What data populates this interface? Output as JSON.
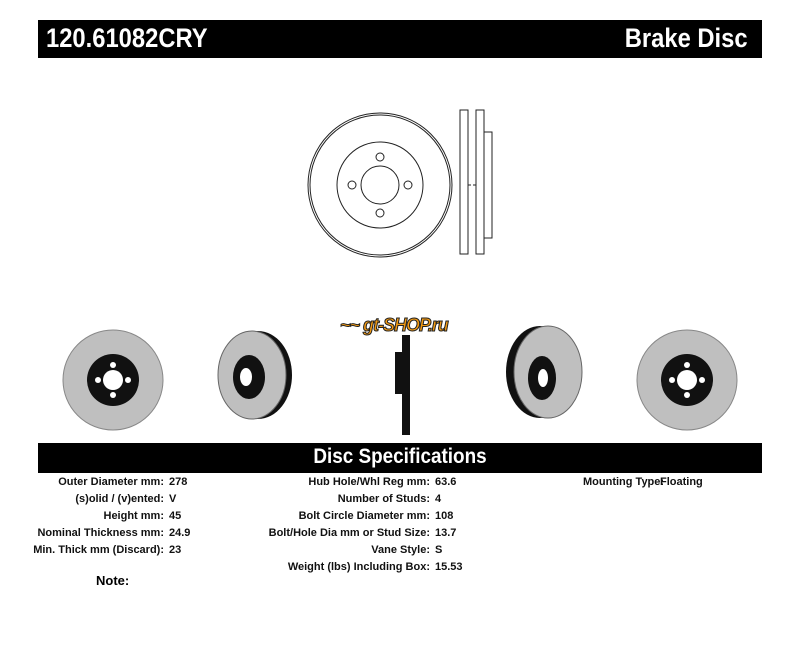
{
  "header": {
    "part_number": "120.61082CRY",
    "title": "Brake Disc"
  },
  "logo_text": "gt-shop.ru",
  "specs_title": "Disc Specifications",
  "specs": {
    "left": [
      {
        "label": "Outer Diameter mm:",
        "value": "278"
      },
      {
        "label": "(s)olid / (v)ented:",
        "value": "V"
      },
      {
        "label": "Height mm:",
        "value": "45"
      },
      {
        "label": "Nominal Thickness mm:",
        "value": "24.9"
      },
      {
        "label": "Min. Thick mm (Discard):",
        "value": "23"
      }
    ],
    "middle": [
      {
        "label": "Hub Hole/Whl Reg mm:",
        "value": "63.6"
      },
      {
        "label": "Number of Studs:",
        "value": "4"
      },
      {
        "label": "Bolt Circle Diameter mm:",
        "value": "108"
      },
      {
        "label": "Bolt/Hole Dia mm or Stud Size:",
        "value": "13.7"
      },
      {
        "label": "Vane Style:",
        "value": "S"
      },
      {
        "label": "Weight (lbs) Including Box:",
        "value": "15.53"
      }
    ],
    "right": [
      {
        "label": "Mounting Type:",
        "value": "Floating"
      }
    ]
  },
  "note_label": "Note:"
}
